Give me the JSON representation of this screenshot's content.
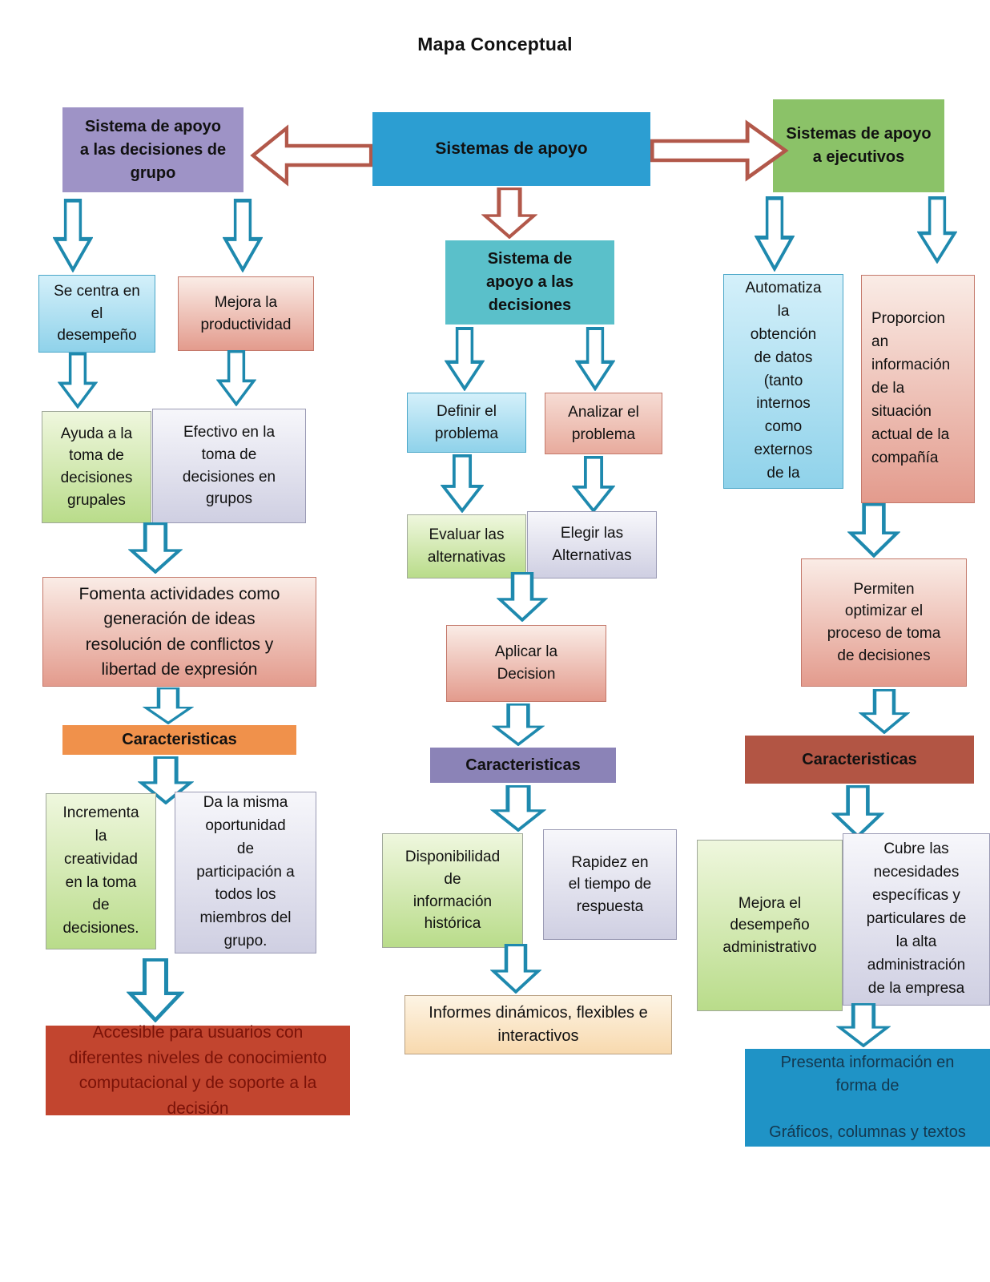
{
  "title": "Mapa Conceptual",
  "palette": {
    "arrow_blue": "#1e89ae",
    "arrow_red": "#b2584a",
    "root_left": "#9e93c6",
    "root_center": "#2c9ed2",
    "root_right": "#8bc268",
    "dss_box": "#5ac0ca",
    "caracteristicas_left": "#f0914b",
    "caracteristicas_center": "#8b83b7",
    "caracteristicas_right": "#b25544",
    "accesible_box": "#c2452f",
    "presenta_box": "#1f93c6"
  },
  "nodes": {
    "left": {
      "root": "Sistema de apoyo\na las decisiones de\ngrupo",
      "se_centra": "Se centra en\nel\ndesempeño",
      "mejora_productividad": "Mejora la\nproductividad",
      "ayuda": "Ayuda a la\ntoma de\ndecisiones\ngrupales",
      "efectivo": "Efectivo en la\ntoma de\ndecisiones en\ngrupos",
      "fomenta": "Fomenta actividades como\ngeneración de ideas\nresolución de conflictos y\nlibertad de expresión",
      "caracteristicas": "Caracteristicas",
      "incrementa": "Incrementa\nla\ncreatividad\nen la toma\nde\ndecisiones.",
      "oportunidad": "Da la misma\noportunidad\nde\nparticipación a\ntodos los\nmiembros del\ngrupo.",
      "accesible": "Accesible para usuarios con\ndiferentes niveles de conocimiento\ncomputacional y de soporte a la\ndecisión"
    },
    "center": {
      "root": "Sistemas de apoyo",
      "dss": "Sistema de\napoyo a las\ndecisiones",
      "definir": "Definir el\nproblema",
      "analizar": "Analizar el\nproblema",
      "evaluar": "Evaluar las\nalternativas",
      "elegir": "Elegir  las\nAlternativas",
      "aplicar": "Aplicar la\nDecision",
      "caracteristicas": "Caracteristicas",
      "disponibilidad": "Disponibilidad\nde\ninformación\nhistórica",
      "rapidez": "Rapidez en\nel tiempo de\nrespuesta",
      "informes": "Informes dinámicos, flexibles e\ninteractivos"
    },
    "right": {
      "root": "Sistemas de apoyo\na ejecutivos",
      "automatiza": "Automatiza\nla\nobtención\nde datos\n(tanto\ninternos\ncomo\nexternos\nde la",
      "proporcionan": "Proporcion\nan\ninformación\nde la\nsituación\nactual de la\ncompañía",
      "permiten": "Permiten\noptimizar el\nproceso de toma\nde decisiones",
      "caracteristicas": "Caracteristicas",
      "mejora_desempeno": "Mejora el\ndesempeño\nadministrativo",
      "cubre": "Cubre las\nnecesidades\nespecíficas y\nparticulares de\nla alta\nadministración\nde la empresa",
      "presenta": "Presenta información en\nforma de\n\nGráficos, columnas y textos"
    }
  }
}
